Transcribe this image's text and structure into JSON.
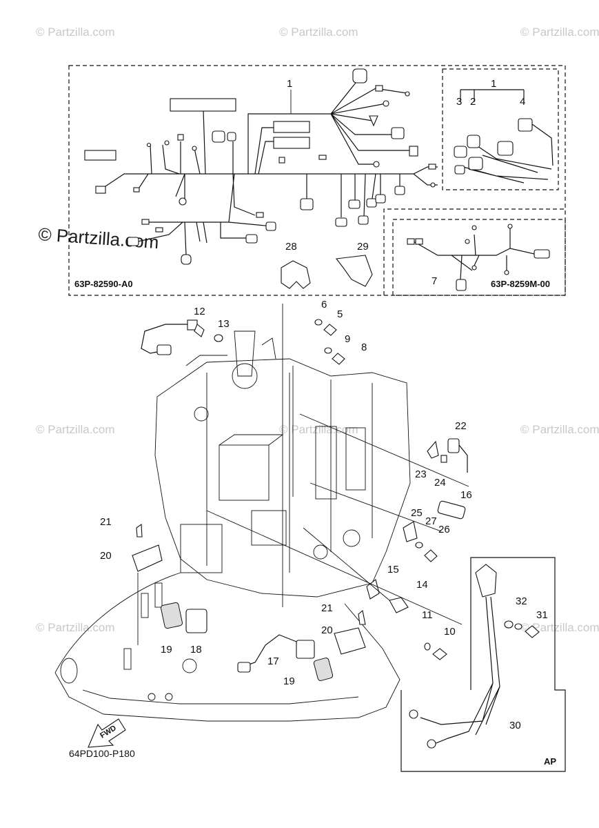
{
  "watermarks": [
    "© Partzilla.com",
    "© Partzilla.com",
    "© Partzilla.com",
    "© Partzilla.com",
    "© Partzilla.com",
    "© Partzilla.com",
    "© Partzilla.com",
    "© Partzilla.com"
  ],
  "watermark_main": "© Partzilla.com",
  "harness_box": {
    "code": "63P-82590-A0"
  },
  "sub_harness_box": {
    "code": "63P-8259M-00"
  },
  "diagram_code": "64PD100-P180",
  "ap_box": {
    "label": "AP"
  },
  "fwd_label": "FWD",
  "callouts": {
    "c1_main": "1",
    "c1_inset": "1",
    "c2": "2",
    "c3": "3",
    "c4": "4",
    "c5": "5",
    "c6": "6",
    "c7": "7",
    "c8": "8",
    "c9": "9",
    "c10": "10",
    "c11": "11",
    "c12": "12",
    "c13": "13",
    "c14": "14",
    "c15": "15",
    "c16": "16",
    "c17": "17",
    "c18": "18",
    "c19a": "19",
    "c19b": "19",
    "c20a": "20",
    "c20b": "20",
    "c21a": "21",
    "c21b": "21",
    "c22": "22",
    "c23": "23",
    "c24": "24",
    "c25": "25",
    "c26": "26",
    "c27": "27",
    "c28": "28",
    "c29": "29",
    "c30": "30",
    "c31": "31",
    "c32": "32"
  }
}
